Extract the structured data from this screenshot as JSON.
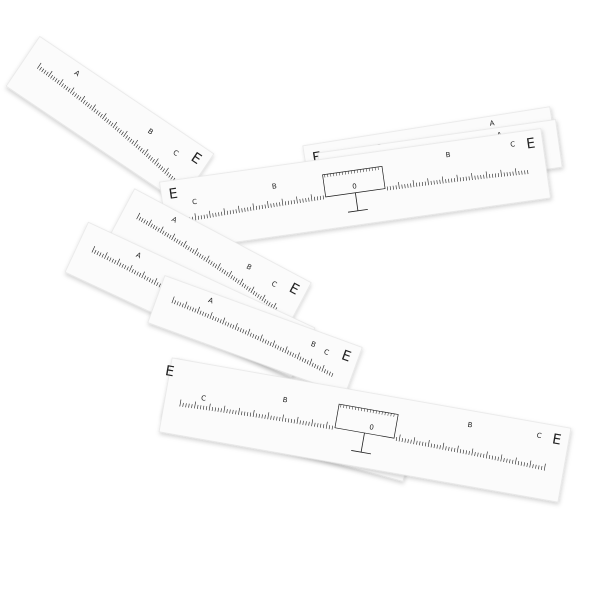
{
  "scene": {
    "description_free": true,
    "background": "#ffffff",
    "strip_color": "#fbfbfb",
    "ink_color": "#1e1e1e"
  },
  "ruler_labels": {
    "end_mark": "E",
    "left_mark": "C",
    "mid_mark": "B",
    "inner_mark": "A",
    "center": "0"
  }
}
